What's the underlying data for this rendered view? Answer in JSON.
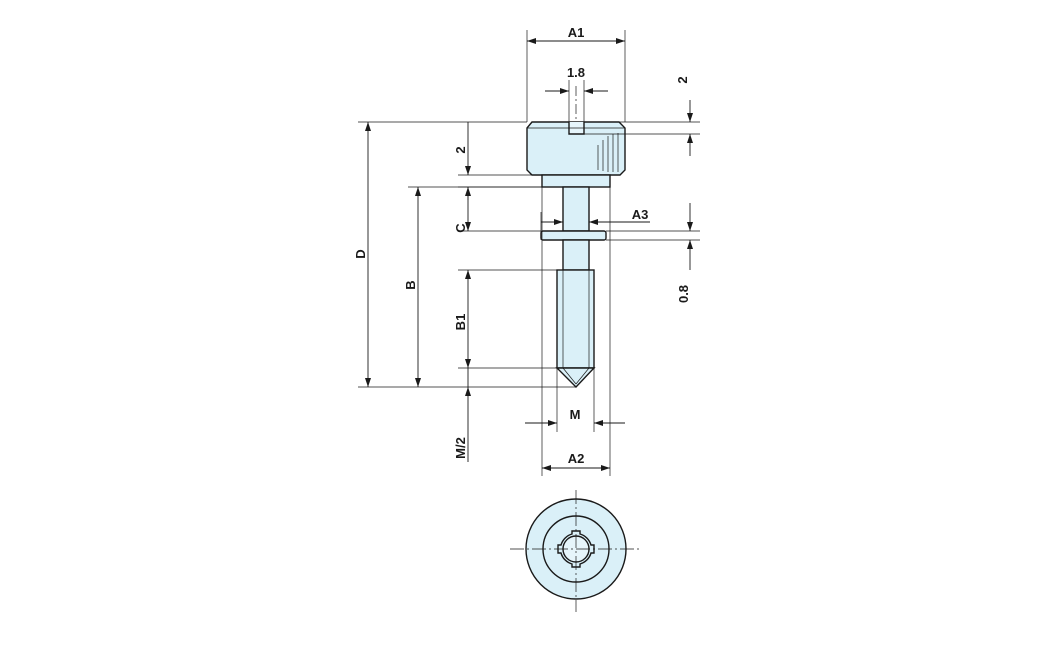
{
  "labels": {
    "a1": "A1",
    "slot_width": "1.8",
    "slot_depth": "2",
    "head_height": "2",
    "c": "C",
    "a3": "A3",
    "d": "D",
    "b": "B",
    "washer": "0.8",
    "b1": "B1",
    "m": "M",
    "m_half": "M/2",
    "a2": "A2"
  },
  "colors": {
    "part_fill": "#daf0f8",
    "line": "#1a1a1a"
  }
}
